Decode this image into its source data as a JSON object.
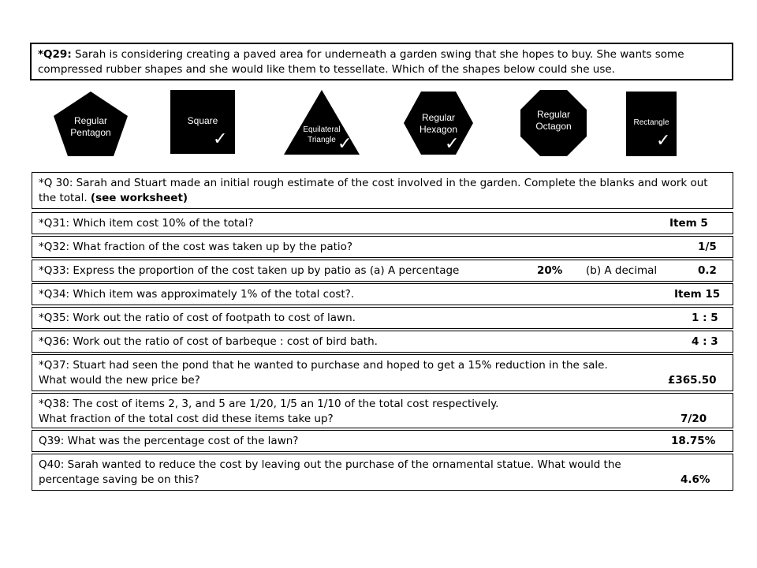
{
  "q29": {
    "label": "*Q29:",
    "text": " Sarah is considering creating a paved area for underneath a garden swing that she hopes to buy. She wants some compressed rubber shapes and she would like them to tessellate. Which of the shapes below could she use."
  },
  "shapes": {
    "pentagon": {
      "line1": "Regular",
      "line2": "Pentagon"
    },
    "square": {
      "line1": "Square",
      "tick": "✓"
    },
    "triangle": {
      "line1": "Equilateral",
      "line2": "Triangle",
      "tick": "✓"
    },
    "hexagon": {
      "line1": "Regular",
      "line2": "Hexagon",
      "tick": "✓"
    },
    "octagon": {
      "line1": "Regular",
      "line2": "Octagon"
    },
    "rectangle": {
      "line1": "Rectangle",
      "tick": "✓"
    }
  },
  "q30": {
    "text": "*Q 30: Sarah and Stuart made an initial rough estimate of the cost involved in the garden. Complete the blanks and work out the total. ",
    "bold": "(see worksheet)"
  },
  "q31": {
    "text": "*Q31: Which item cost 10% of the total?",
    "answer": "Item 5"
  },
  "q32": {
    "text": "*Q32: What fraction of the cost was taken up by the patio?",
    "answer": "1/5"
  },
  "q33": {
    "text": "*Q33: Express the proportion of the cost taken up by patio as (a) A  percentage",
    "answer_a": "20%",
    "mid": "(b) A decimal",
    "answer_b": "0.2"
  },
  "q34": {
    "text": "*Q34: Which item was approximately 1% of the total cost?.",
    "answer": "Item 15"
  },
  "q35": {
    "text": "*Q35: Work out the ratio of cost of footpath to cost of lawn.",
    "answer": "1 : 5"
  },
  "q36": {
    "text": "*Q36: Work out the ratio of cost of barbeque : cost of bird bath.",
    "answer": "4 : 3"
  },
  "q37": {
    "line1": "*Q37: Stuart had seen the pond that he wanted to purchase and hoped to get a 15% reduction in the sale.",
    "line2": "What would the new price be?",
    "answer": "£365.50"
  },
  "q38": {
    "line1": "*Q38: The cost of items 2, 3, and 5 are 1/20, 1/5 an 1/10 of the total cost respectively.",
    "line2": "What fraction of the total cost did these items take up?",
    "answer": "7/20"
  },
  "q39": {
    "text": "Q39: What was the percentage cost of the lawn?",
    "answer": "18.75%"
  },
  "q40": {
    "line1": "Q40: Sarah wanted to reduce the cost by leaving out the purchase of the ornamental statue. What would the",
    "line2": "percentage saving be on this?",
    "answer": "4.6%"
  }
}
